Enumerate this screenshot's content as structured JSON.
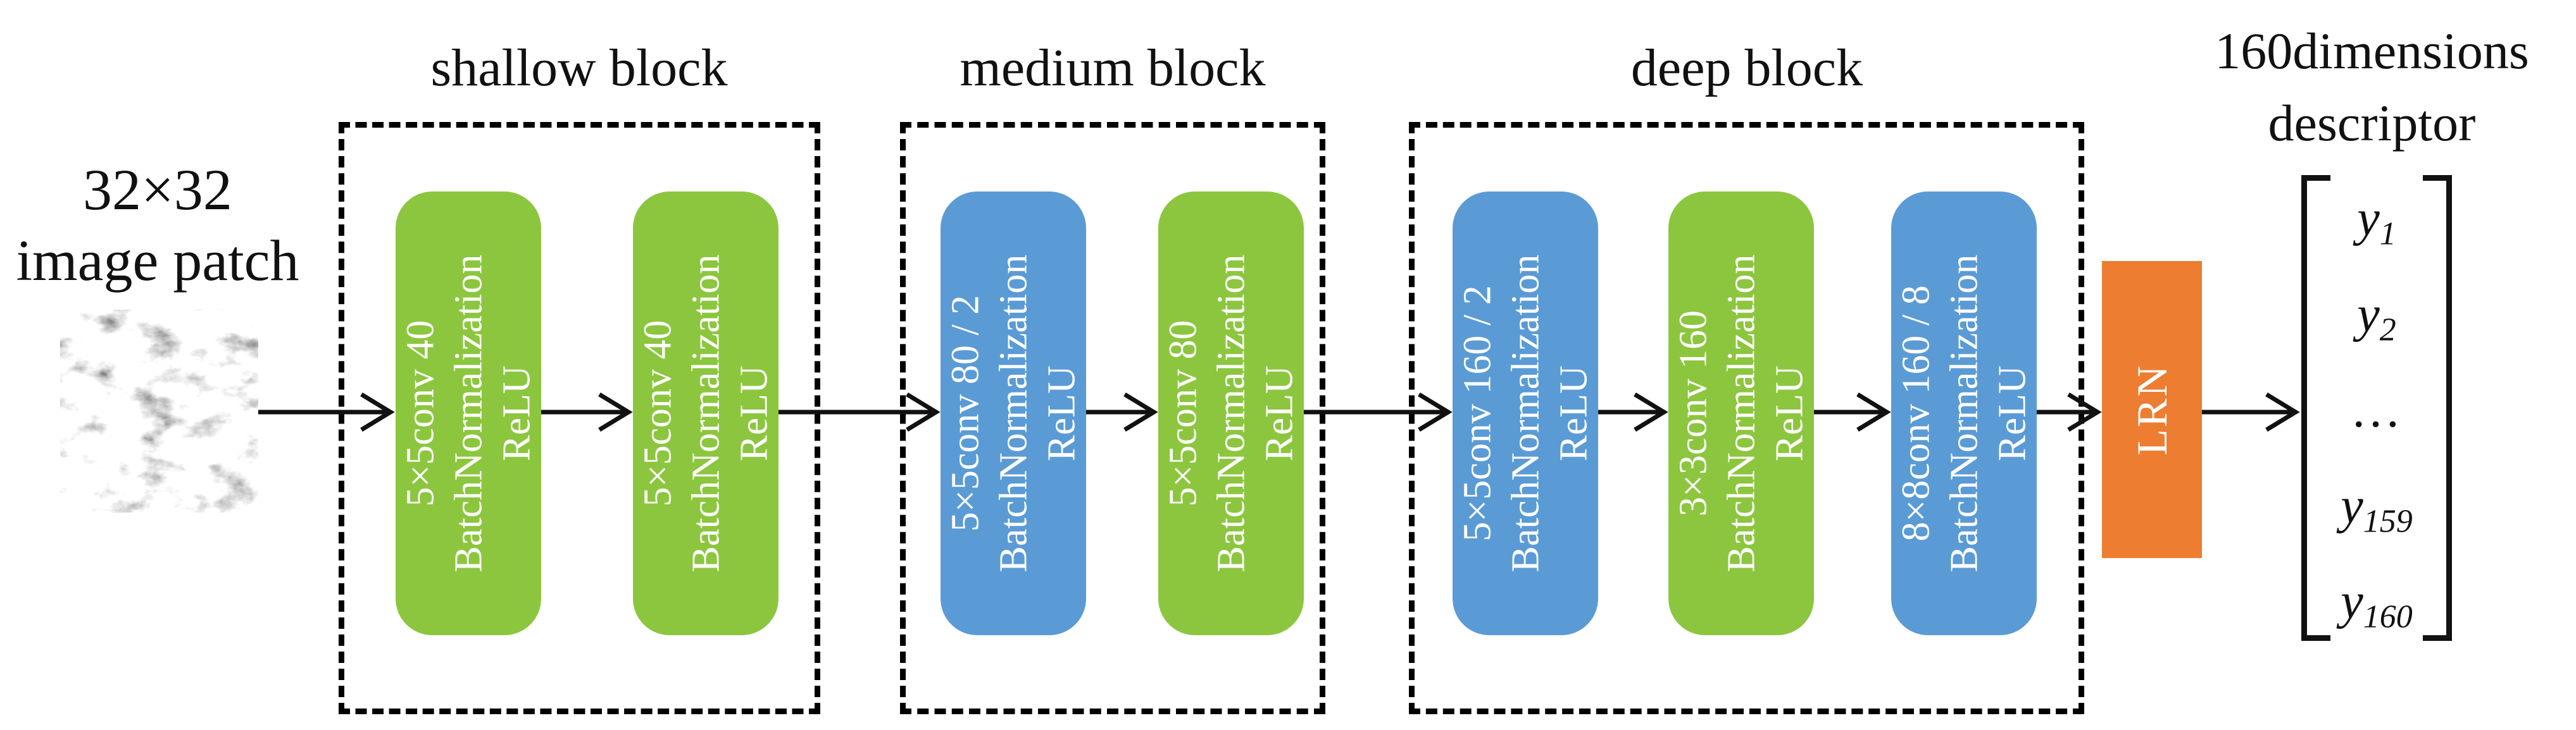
{
  "colors": {
    "green": "#8CC63F",
    "blue": "#5B9BD5",
    "orange": "#ED7D31"
  },
  "input": {
    "line1": "32×32",
    "line2": "image patch"
  },
  "groups": [
    {
      "label": "shallow block",
      "layers": [
        {
          "conv": "5×5conv 40",
          "bn": "BatchNormalization",
          "act": "ReLU",
          "color": "green"
        },
        {
          "conv": "5×5conv 40",
          "bn": "BatchNormalization",
          "act": "ReLU",
          "color": "green"
        }
      ]
    },
    {
      "label": "medium block",
      "layers": [
        {
          "conv": "5×5conv 80 / 2",
          "bn": "BatchNormalization",
          "act": "ReLU",
          "color": "blue"
        },
        {
          "conv": "5×5conv 80",
          "bn": "BatchNormalization",
          "act": "ReLU",
          "color": "green"
        }
      ]
    },
    {
      "label": "deep block",
      "layers": [
        {
          "conv": "5×5conv 160 / 2",
          "bn": "BatchNormalization",
          "act": "ReLU",
          "color": "blue"
        },
        {
          "conv": "3×3conv 160",
          "bn": "BatchNormalization",
          "act": "ReLU",
          "color": "green"
        },
        {
          "conv": "8×8conv 160 / 8",
          "bn": "BatchNormalization",
          "act": "ReLU",
          "color": "blue"
        }
      ]
    }
  ],
  "lrn": {
    "label": "LRN"
  },
  "output": {
    "line1": "160dimensions",
    "line2": "descriptor",
    "vector": [
      {
        "var": "y",
        "sub": "1"
      },
      {
        "var": "y",
        "sub": "2"
      },
      {
        "var": "…",
        "sub": ""
      },
      {
        "var": "y",
        "sub": "159"
      },
      {
        "var": "y",
        "sub": "160"
      }
    ]
  }
}
